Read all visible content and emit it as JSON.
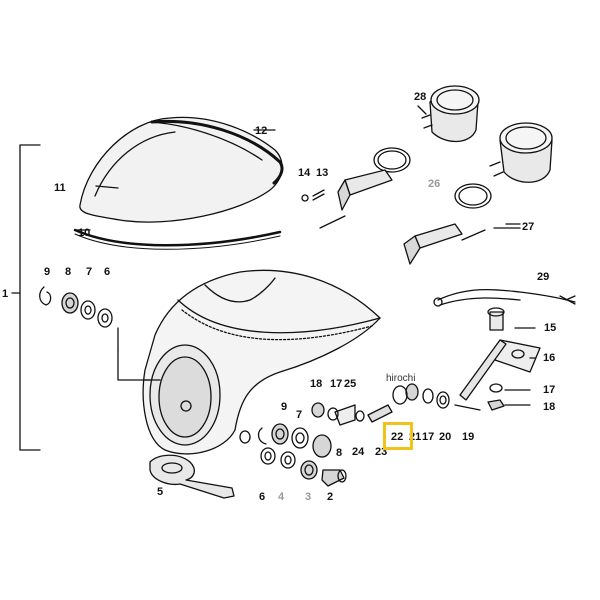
{
  "watermark": "hirochi",
  "highlight_label": "22",
  "callouts": {
    "n1": "1",
    "n2": "2",
    "n3": "3",
    "n4": "4",
    "n5": "5",
    "n6a": "6",
    "n6b": "6",
    "n7a": "7",
    "n7b": "7",
    "n8a": "8",
    "n8b": "8",
    "n9a": "9",
    "n9b": "9",
    "n10": "10",
    "n11": "11",
    "n12": "12",
    "n13": "13",
    "n14": "14",
    "n15": "15",
    "n16": "16",
    "n17a": "17",
    "n17b": "17",
    "n17c": "17",
    "n18a": "18",
    "n18b": "18",
    "n19": "19",
    "n20": "20",
    "n21": "21",
    "n23": "23",
    "n24": "24",
    "n25": "25",
    "n26": "26",
    "n27": "27",
    "n28": "28",
    "n29": "29"
  }
}
